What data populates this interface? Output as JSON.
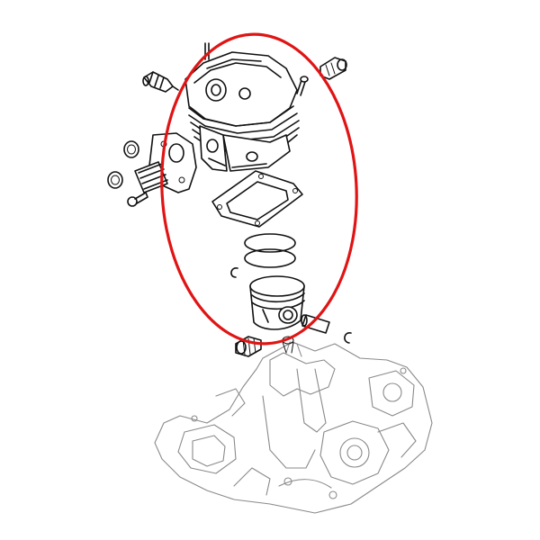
{
  "diagram": {
    "parts": [
      {
        "id": "cylinder",
        "icon": "cylinder-icon"
      },
      {
        "id": "cylinder-gasket",
        "icon": "gasket-icon"
      },
      {
        "id": "piston-rings",
        "icon": "piston-ring-icon"
      },
      {
        "id": "piston",
        "icon": "piston-icon"
      },
      {
        "id": "piston-pin",
        "icon": "piston-pin-icon"
      },
      {
        "id": "circlips",
        "icon": "circlip-icon"
      },
      {
        "id": "needle-cage",
        "icon": "needle-cage-icon"
      },
      {
        "id": "intake-manifold",
        "icon": "manifold-icon"
      },
      {
        "id": "spark-plug",
        "icon": "spark-plug-icon"
      },
      {
        "id": "decompression-valve",
        "icon": "decompression-valve-icon"
      },
      {
        "id": "crankcase",
        "icon": "crankcase-icon"
      }
    ],
    "highlight": {
      "shape": "ellipse",
      "color": "#e01414",
      "encloses": "cylinder-piston-group"
    },
    "colors": {
      "line": "#111111",
      "background": "#ffffff",
      "crankcase_line": "#8a8a8a"
    }
  }
}
